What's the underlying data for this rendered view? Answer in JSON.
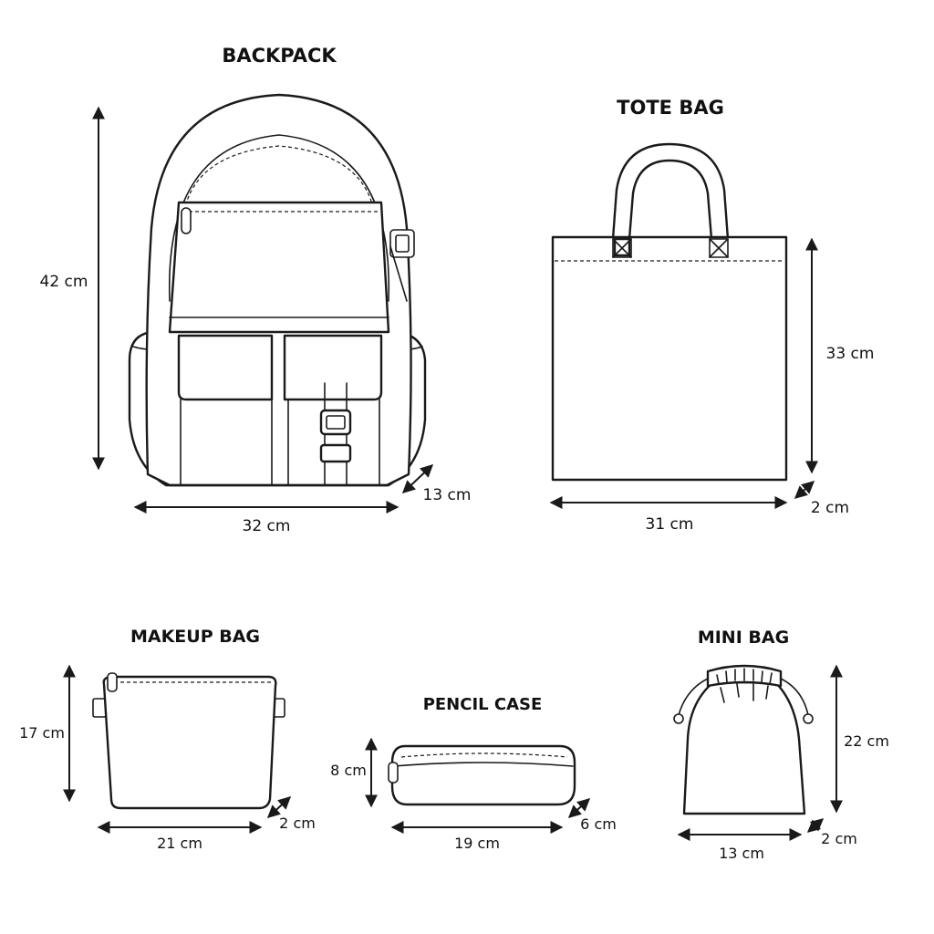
{
  "products": {
    "backpack": {
      "title": "BACKPACK",
      "height": "42 cm",
      "width": "32 cm",
      "depth": "13 cm"
    },
    "tote": {
      "title": "TOTE BAG",
      "height": "33 cm",
      "width": "31 cm",
      "depth": "2 cm"
    },
    "makeup": {
      "title": "MAKEUP BAG",
      "height": "17 cm",
      "width": "21 cm",
      "depth": "2 cm"
    },
    "pencil": {
      "title": "PENCIL CASE",
      "height": "8 cm",
      "width": "19 cm",
      "depth": "6 cm"
    },
    "mini": {
      "title": "MINI BAG",
      "height": "22 cm",
      "width": "13 cm",
      "depth": "2 cm"
    }
  },
  "colors": {
    "line": "#1a1a1a",
    "background": "#ffffff"
  }
}
